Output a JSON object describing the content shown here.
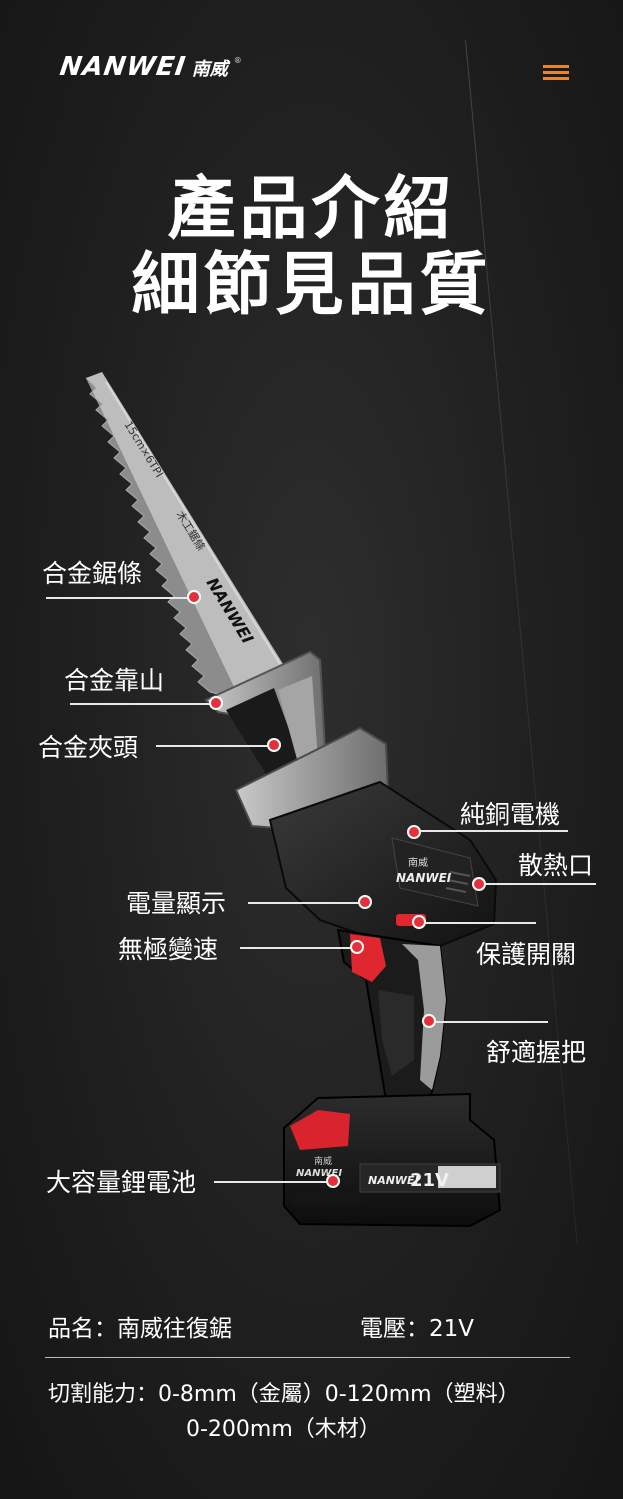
{
  "header": {
    "brand_en": "NANWEI",
    "brand_cn": "南威",
    "brand_reg": "®"
  },
  "title": {
    "line1": "產品介紹",
    "line2": "細節見品質"
  },
  "blade": {
    "spec_text": "15cm×6TPI",
    "type_text": "木工鋸條",
    "brand_text": "NANWEI"
  },
  "callouts": {
    "blade": "合金鋸條",
    "guide": "合金靠山",
    "clamp": "合金夾頭",
    "motor": "純銅電機",
    "vent": "散熱口",
    "power": "電量顯示",
    "speed": "無極變速",
    "safety": "保護開關",
    "grip": "舒適握把",
    "battery": "大容量鋰電池"
  },
  "tool_labels": {
    "body_brand_cn": "南威",
    "body_brand_en": "NANWEI",
    "battery_brand_cn": "南威",
    "battery_brand_en": "NANWEI",
    "battery_voltage": "21V"
  },
  "specs": {
    "name": "品名：南威往復鋸",
    "voltage": "電壓：21V",
    "capacity_line1": "切割能力：0-8mm（金屬）0-120mm（塑料）",
    "capacity_line2": "0-200mm（木材）"
  },
  "colors": {
    "accent_orange": "#e5862b",
    "callout_red": "#e5303b",
    "trigger_red": "#e0262f"
  }
}
